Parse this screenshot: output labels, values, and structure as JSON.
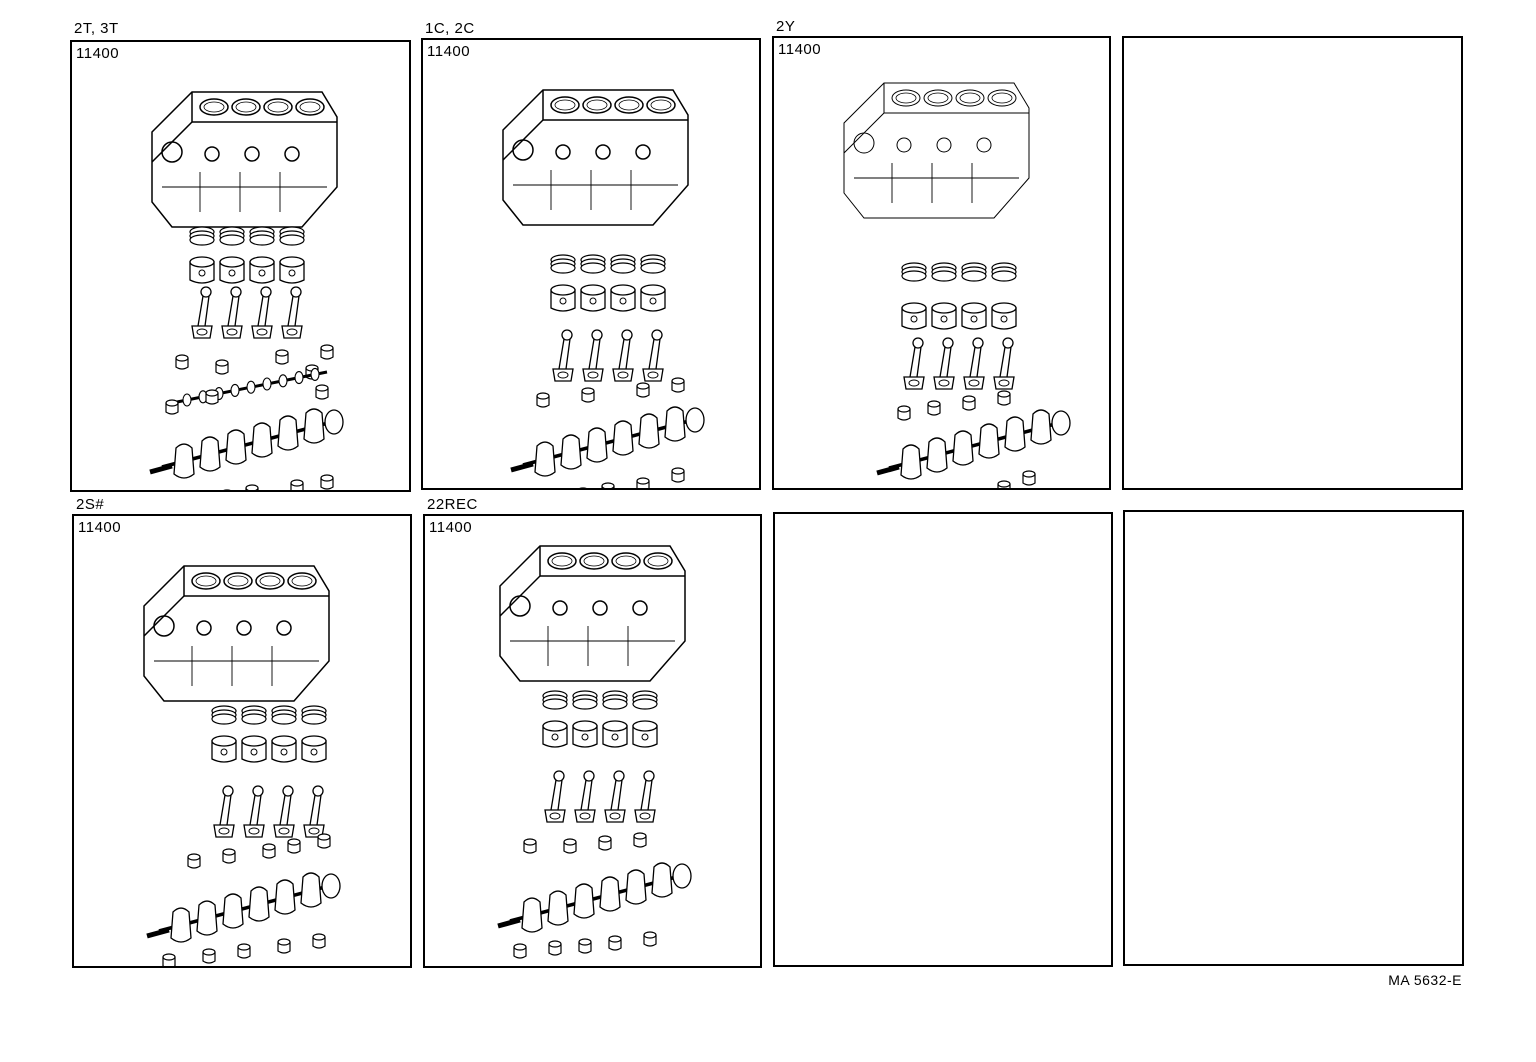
{
  "panels": [
    {
      "engine": "2T, 3T",
      "part_number": "11400"
    },
    {
      "engine": "1C, 2C",
      "part_number": "11400"
    },
    {
      "engine": "2Y",
      "part_number": "11400"
    },
    {
      "engine": "",
      "part_number": ""
    },
    {
      "engine": "2S#",
      "part_number": "11400"
    },
    {
      "engine": "22REC",
      "part_number": "11400"
    },
    {
      "engine": "",
      "part_number": ""
    },
    {
      "engine": "",
      "part_number": ""
    }
  ],
  "reference_code": "MA 5632-E",
  "icons": [
    "engine-block-icon",
    "piston-ring-icon",
    "piston-icon",
    "connecting-rod-icon",
    "bearing-icon",
    "camshaft-icon",
    "crankshaft-icon"
  ]
}
